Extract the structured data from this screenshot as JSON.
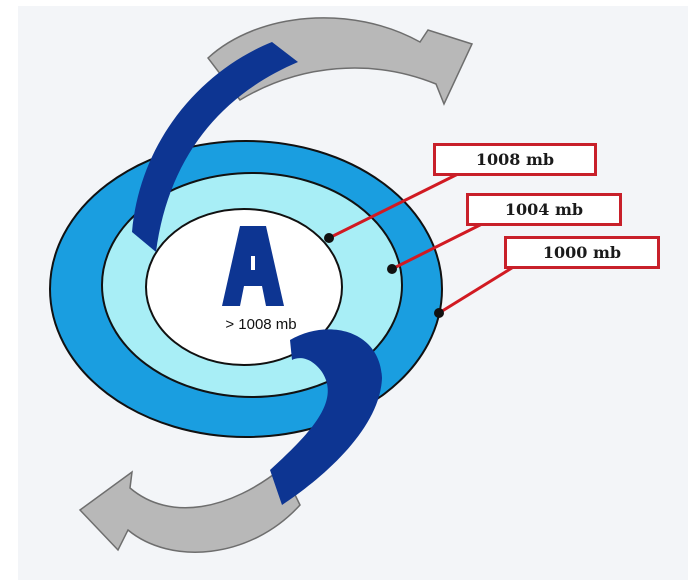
{
  "center": {
    "letter": "A",
    "pressure_label": "> 1008 mb"
  },
  "isobars": [
    {
      "label": "1008 mb"
    },
    {
      "label": "1004 mb"
    },
    {
      "label": "1000 mb"
    }
  ],
  "colors": {
    "outer_ring": "#1a9ee0",
    "middle_ring": "#a8eef6",
    "inner_fill": "#ffffff",
    "swirl_band": "#0d3592",
    "arrow": "#b8b8b8",
    "callout_border": "#c8202a",
    "leader_line": "#d11a22"
  }
}
